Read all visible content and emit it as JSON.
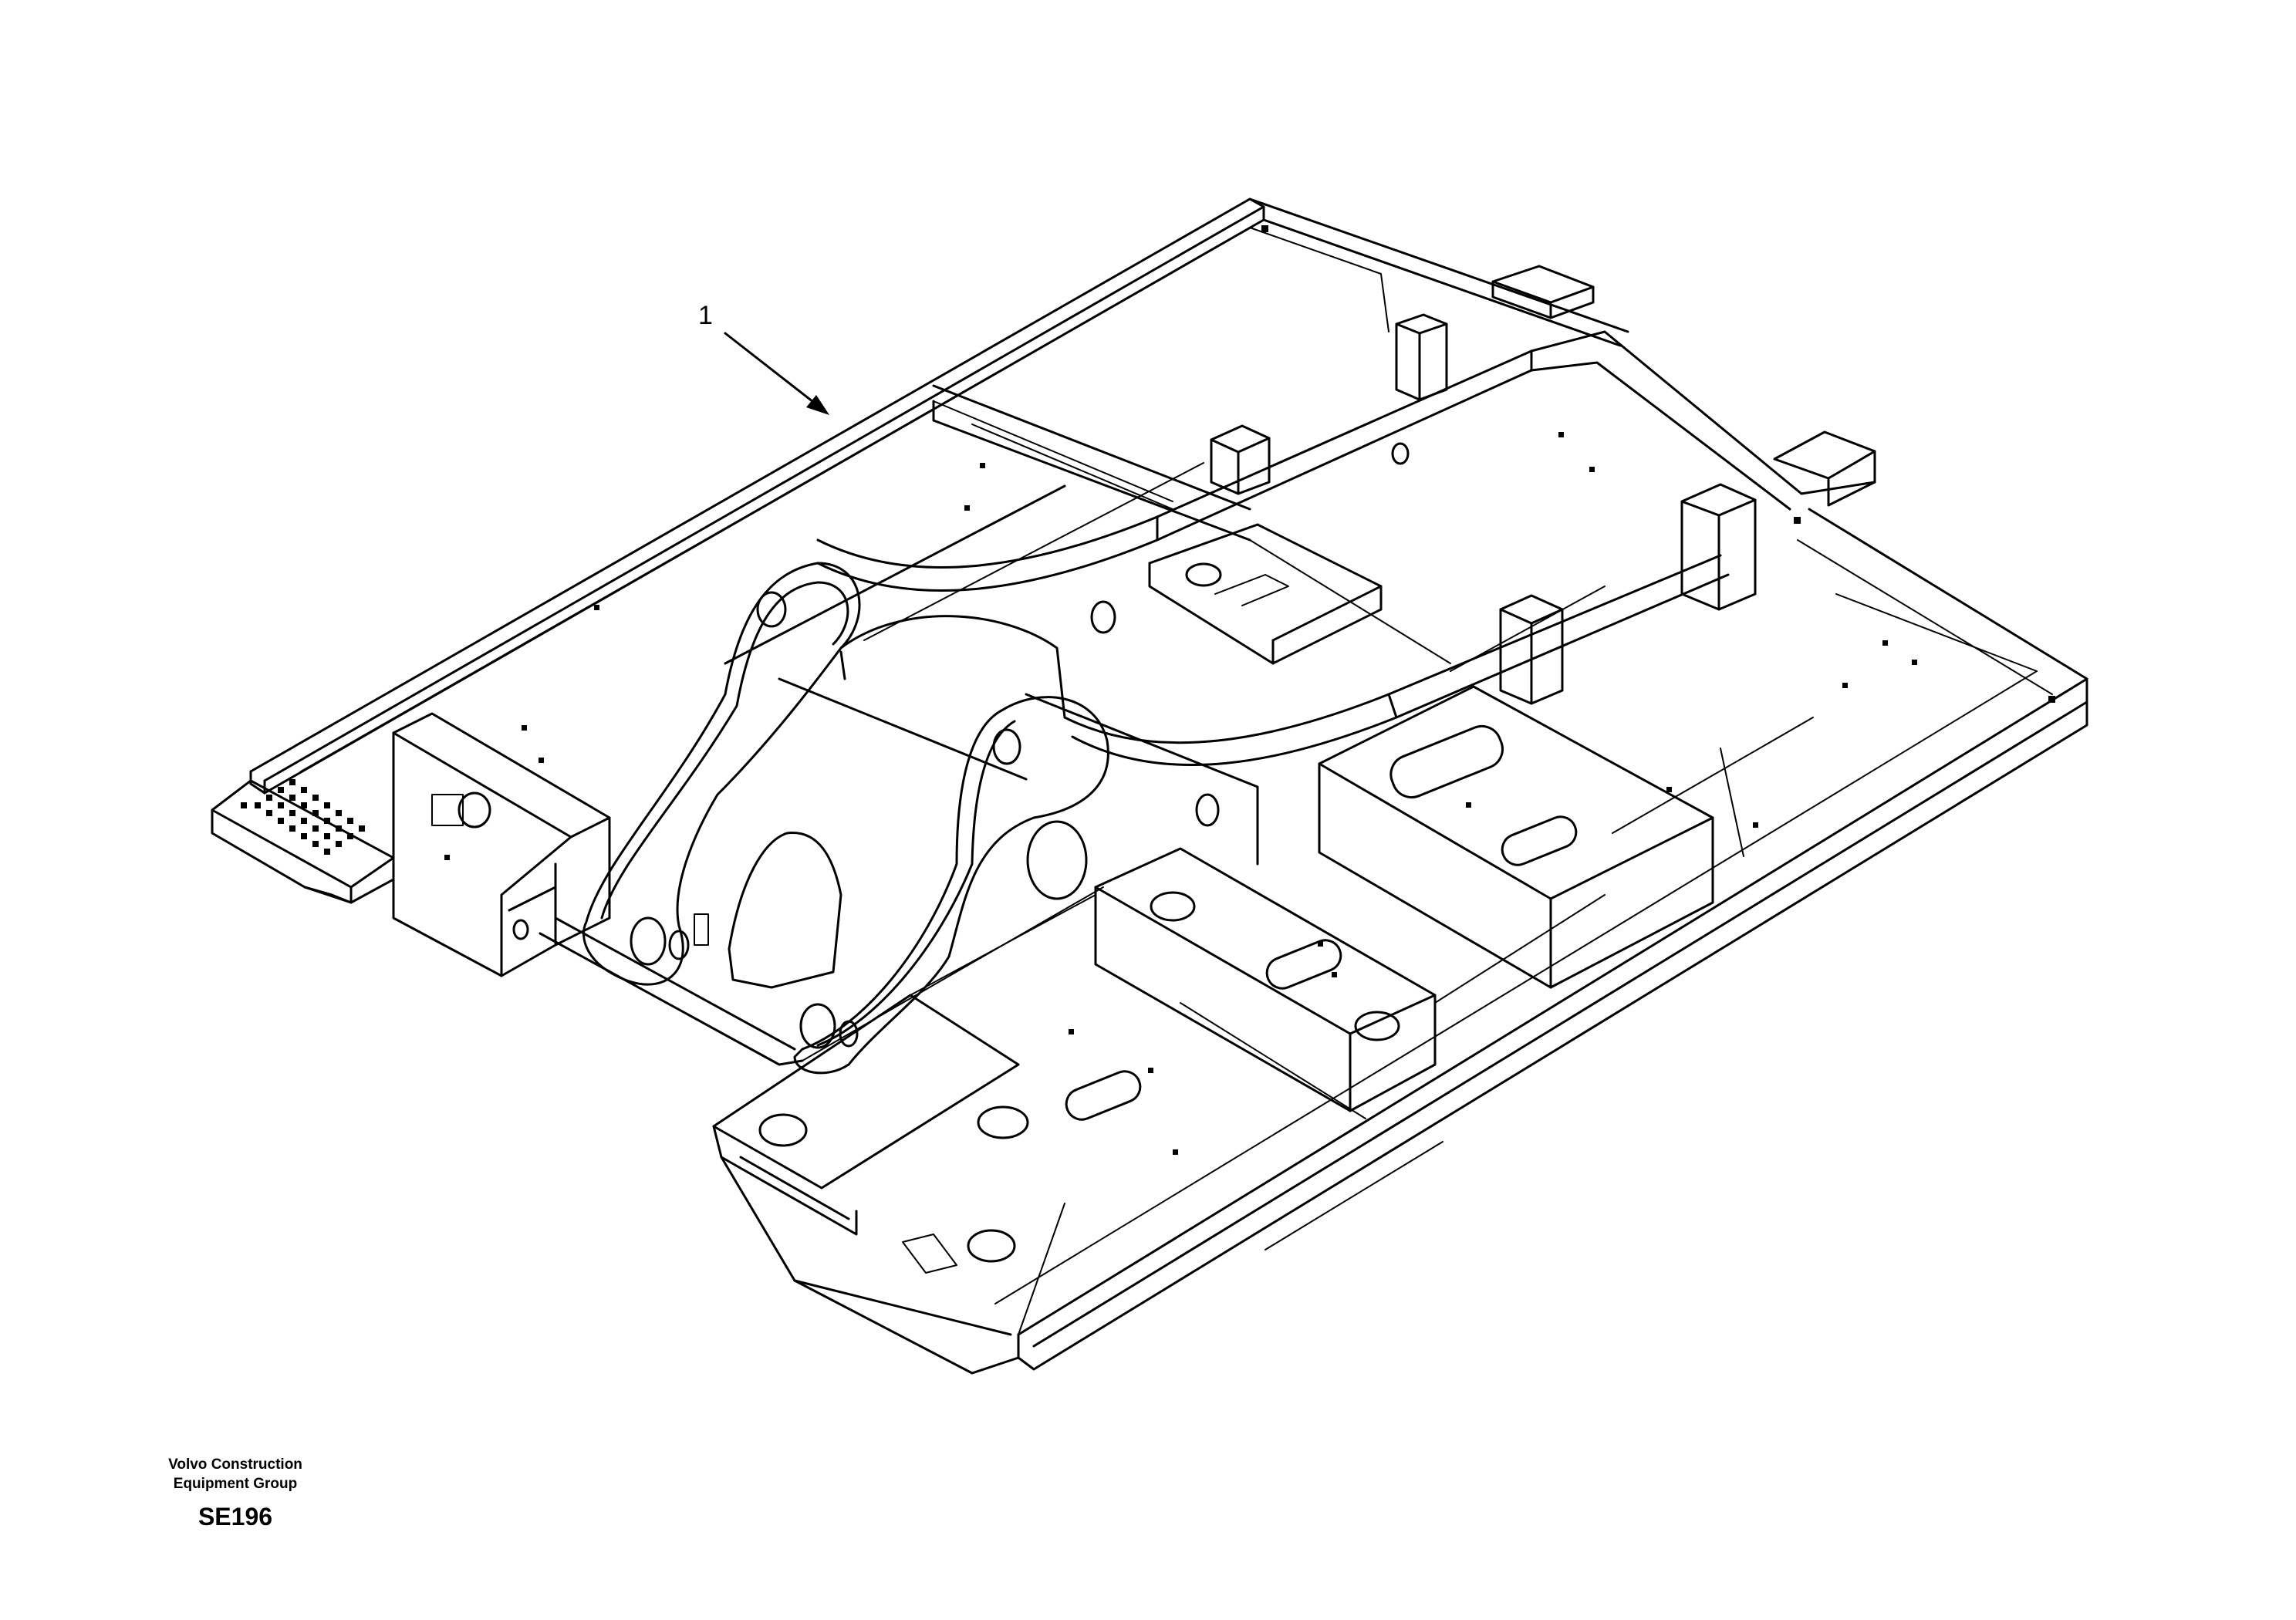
{
  "callouts": [
    {
      "label": "1"
    }
  ],
  "footer": {
    "company_line1": "Volvo Construction",
    "company_line2": "Equipment Group",
    "drawing_code": "SE196"
  }
}
